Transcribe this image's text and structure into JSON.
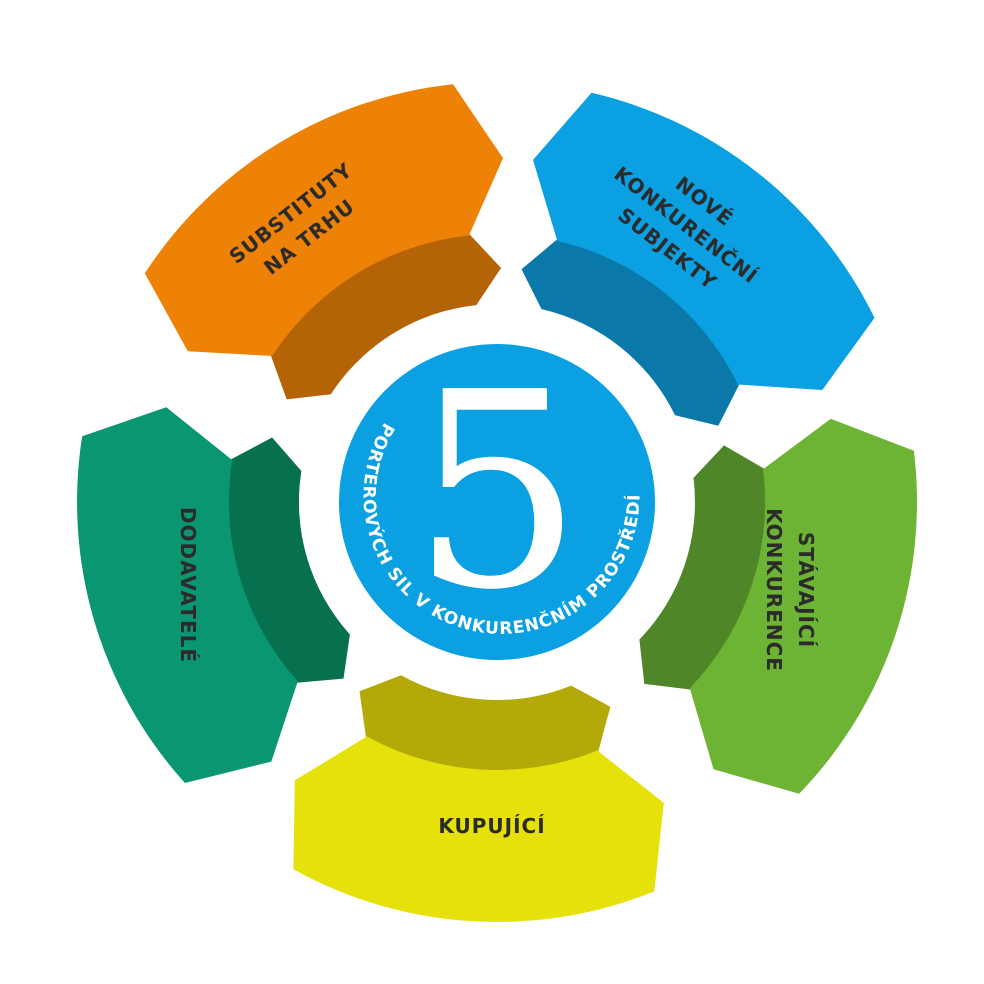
{
  "center": {
    "number": "5",
    "caption": "PORTEROVÝCH SIL V KONKURENČNÍM PROSTŘEDÍ"
  },
  "segments": [
    {
      "id": "substitutes",
      "lines": [
        "SUBSTITUTY",
        "NA TRHU"
      ],
      "color": "#ee8206",
      "shade": "#b46406"
    },
    {
      "id": "new-entrants",
      "lines": [
        "NOVÉ",
        "KONKURENČNÍ",
        "SUBJEKTY"
      ],
      "color": "#0aa0e1",
      "shade": "#0a78a8"
    },
    {
      "id": "competitors",
      "lines": [
        "STÁVAJÍCÍ",
        "KONKURENCE"
      ],
      "color": "#6db334",
      "shade": "#4e8628"
    },
    {
      "id": "buyers",
      "lines": [
        "KUPUJÍCÍ"
      ],
      "color": "#e6e10a",
      "shade": "#b3aa0a"
    },
    {
      "id": "suppliers",
      "lines": [
        "DODAVATELÉ"
      ],
      "color": "#0a9670",
      "shade": "#06704f"
    }
  ],
  "colors": {
    "center_fill": "#0aa0e1",
    "center_ring": "#ffffff",
    "text_dark": "#2b2b2b"
  }
}
